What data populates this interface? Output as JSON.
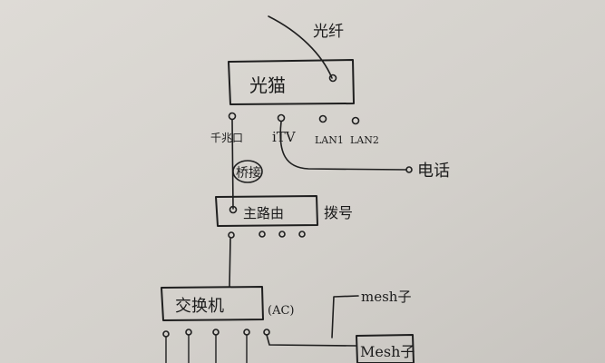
{
  "diagram": {
    "fiber_label": "光纤",
    "ont_label": "光猫",
    "ont_ports": {
      "p1": "千兆口",
      "p2": "iTV",
      "p3": "LAN1",
      "p4": "LAN2"
    },
    "bridge_label": "桥接",
    "phone_label": "电话",
    "router_label": "主路由",
    "router_note": "拨号",
    "switch_label": "交换机",
    "switch_note": "(AC)",
    "mesh_child_top": "mesh子",
    "mesh_child_bottom": "Mesh子"
  },
  "colors": {
    "paper": "#d6d3ce",
    "ink": "#1f1f1f"
  }
}
